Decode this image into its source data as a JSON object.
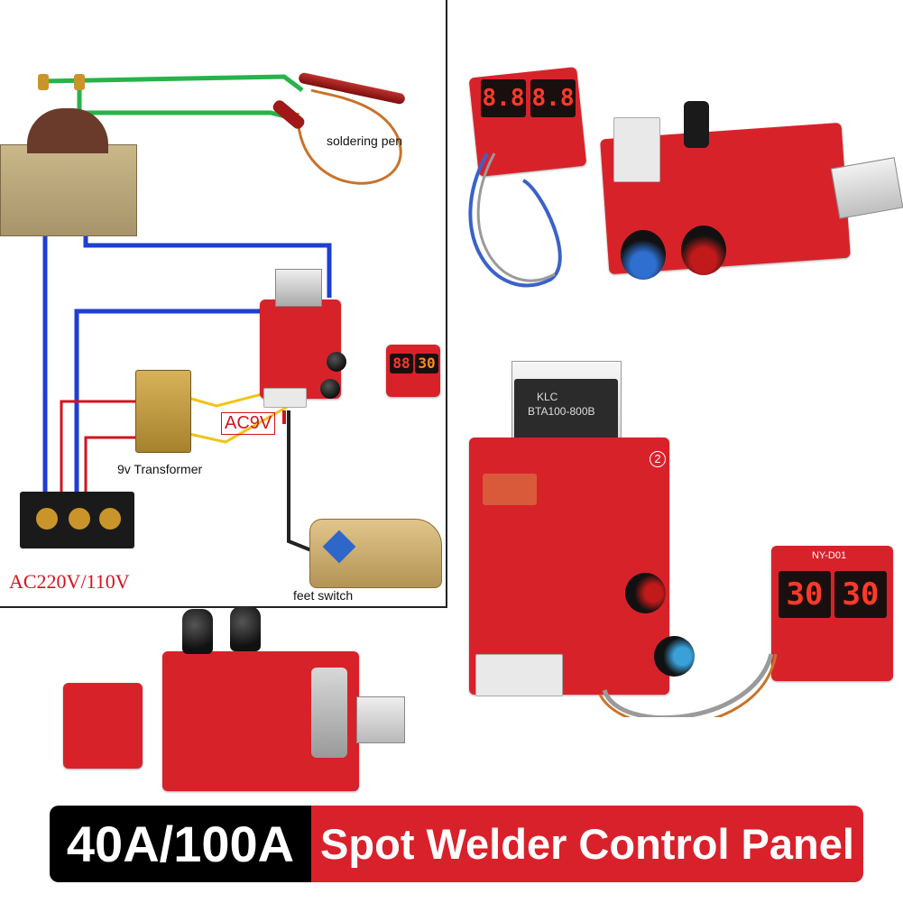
{
  "wiring": {
    "soldering_pen_label": "soldering pen",
    "transformer_label": "9v Transformer",
    "ac9v_label": "AC9V",
    "feet_switch_label": "feet switch",
    "mains_label": "AC220V/110V",
    "display_digits_left": "88",
    "display_digits_right": "30"
  },
  "products": {
    "top_display_left": "8.8",
    "top_display_right": "8.8",
    "large_display_left": "30",
    "large_display_right": "30",
    "large_display_model": "NY-D01",
    "triac_brand": "KLC",
    "triac_part": "BTA100-800B",
    "board_number": "2"
  },
  "banner": {
    "left_text": "40A/100A",
    "right_text": "Spot Welder Control Panel"
  },
  "colors": {
    "pcb_red": "#d8222a",
    "wire_blue": "#1f3fd0",
    "wire_green": "#27b34a",
    "wire_red": "#d1141d",
    "wire_yellow": "#f2c318",
    "banner_black": "#000000",
    "banner_red": "#d9212b"
  }
}
